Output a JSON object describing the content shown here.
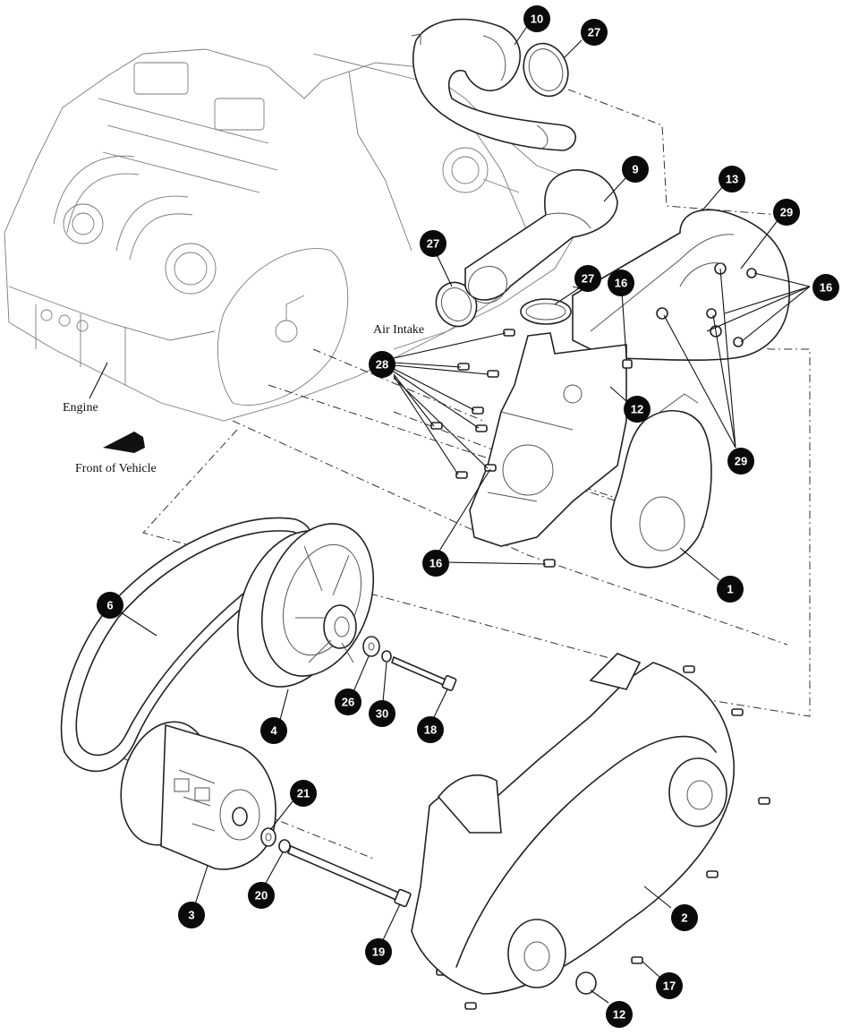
{
  "labels": {
    "engine": "Engine",
    "front_of_vehicle": "Front of Vehicle",
    "air_intake": "Air Intake"
  },
  "callouts": [
    {
      "id": "c10",
      "number": "10"
    },
    {
      "id": "c27a",
      "number": "27"
    },
    {
      "id": "c9",
      "number": "9"
    },
    {
      "id": "c13",
      "number": "13"
    },
    {
      "id": "c29a",
      "number": "29"
    },
    {
      "id": "c27b",
      "number": "27"
    },
    {
      "id": "c27c",
      "number": "27"
    },
    {
      "id": "c16a",
      "number": "16"
    },
    {
      "id": "c16b",
      "number": "16"
    },
    {
      "id": "c28",
      "number": "28"
    },
    {
      "id": "c12a",
      "number": "12"
    },
    {
      "id": "c29b",
      "number": "29"
    },
    {
      "id": "c16c",
      "number": "16"
    },
    {
      "id": "c1",
      "number": "1"
    },
    {
      "id": "c6",
      "number": "6"
    },
    {
      "id": "c26",
      "number": "26"
    },
    {
      "id": "c30",
      "number": "30"
    },
    {
      "id": "c18",
      "number": "18"
    },
    {
      "id": "c4",
      "number": "4"
    },
    {
      "id": "c21",
      "number": "21"
    },
    {
      "id": "c20",
      "number": "20"
    },
    {
      "id": "c3",
      "number": "3"
    },
    {
      "id": "c19",
      "number": "19"
    },
    {
      "id": "c2",
      "number": "2"
    },
    {
      "id": "c17",
      "number": "17"
    },
    {
      "id": "c12b",
      "number": "12"
    }
  ]
}
